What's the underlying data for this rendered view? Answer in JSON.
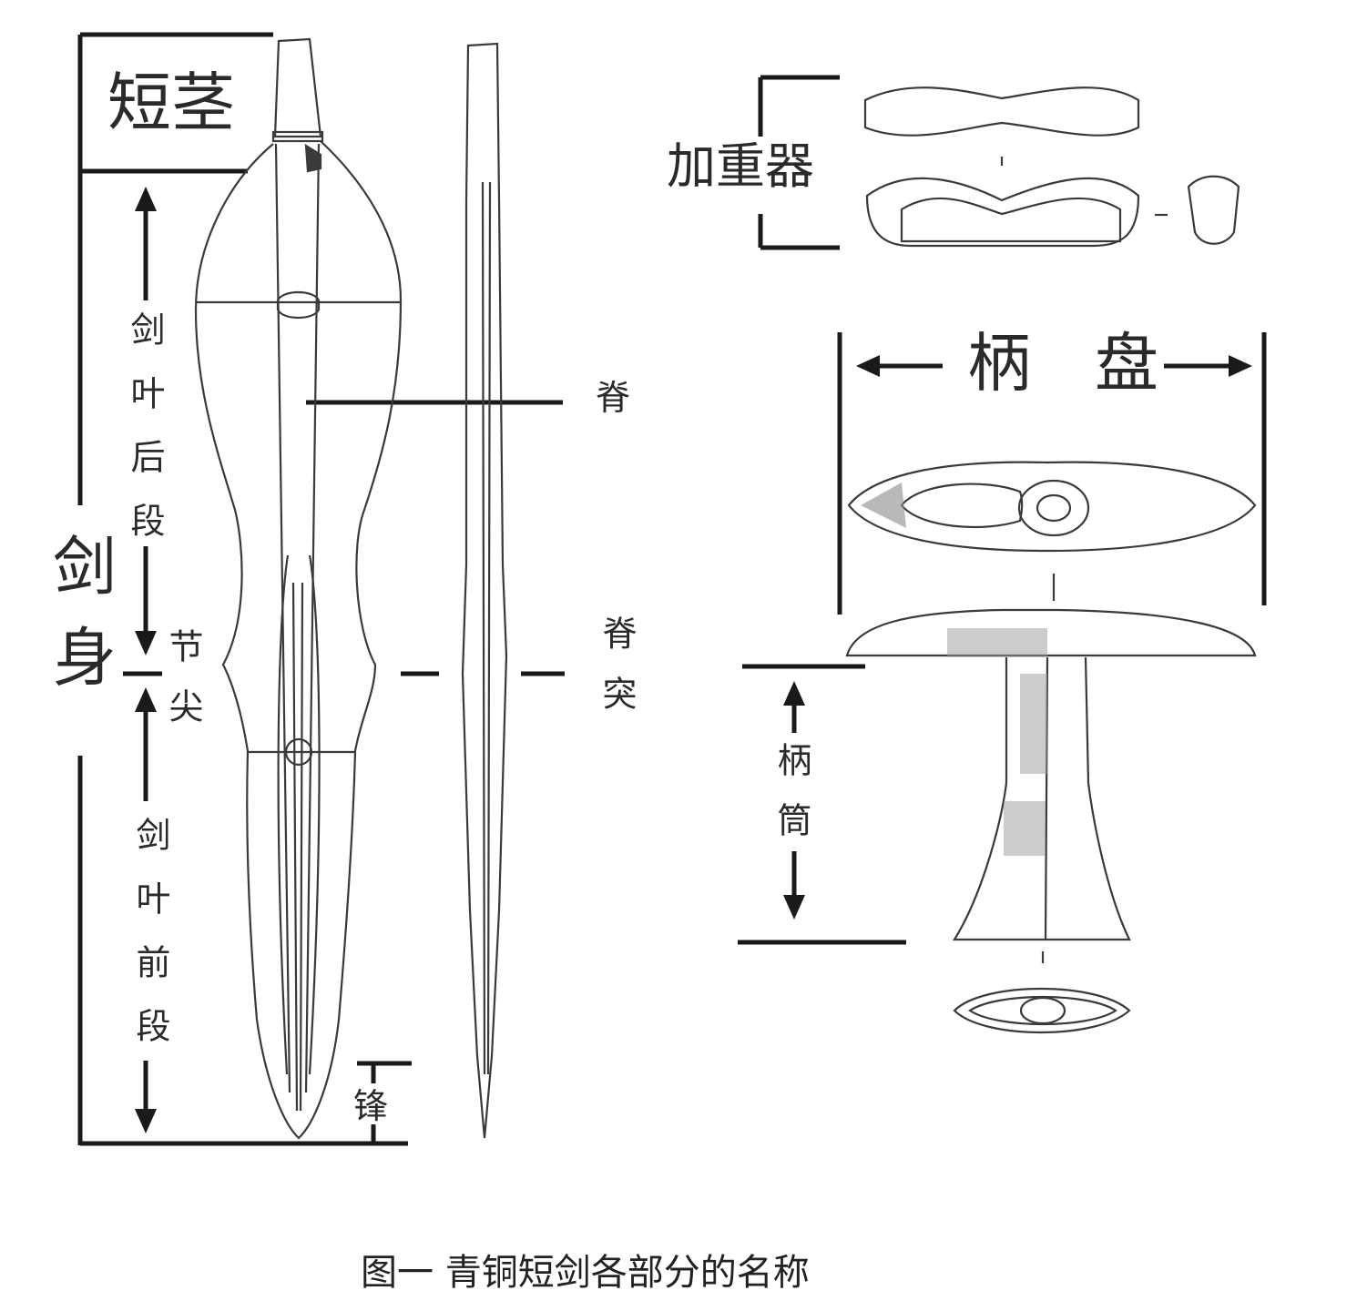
{
  "labels": {
    "short_tang": "短茎",
    "sword_body": "剑身",
    "blade_rear": "剑叶后段",
    "node_tip": "节尖",
    "blade_front": "剑叶前段",
    "point": "锋",
    "spine": "脊",
    "spine_ridge": "脊突",
    "weight": "加重器",
    "pommel_disc": "柄　盘",
    "hilt_tube": "柄筒"
  },
  "caption": "图一  青铜短剑各部分的名称",
  "colors": {
    "line": "#1a1a1a",
    "drawing": "#3a3a3a",
    "text": "#2a2a2a"
  }
}
